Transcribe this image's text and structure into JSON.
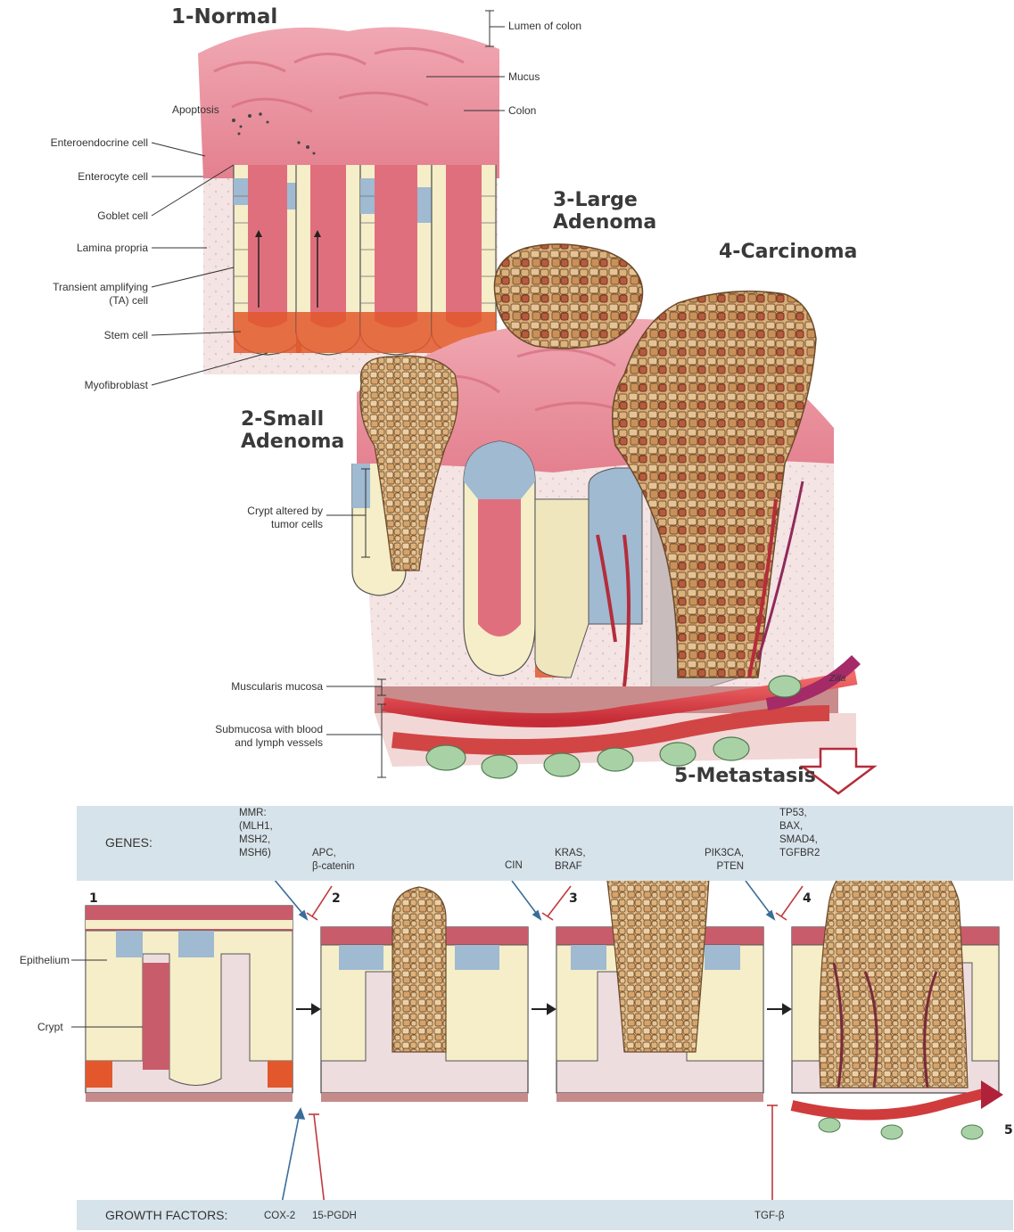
{
  "stages": {
    "normal": "1-Normal",
    "small_adenoma": [
      "2-Small",
      "Adenoma"
    ],
    "large_adenoma": [
      "3-Large",
      "Adenoma"
    ],
    "carcinoma": "4-Carcinoma",
    "metastasis": "5-Metastasis"
  },
  "labels": {
    "lumen": "Lumen of colon",
    "mucus": "Mucus",
    "colon": "Colon",
    "apoptosis": "Apoptosis",
    "enteroendocrine": "Enteroendocrine cell",
    "enterocyte": "Enterocyte cell",
    "goblet": "Goblet cell",
    "lamina": "Lamina propria",
    "ta_cell": [
      "Transient amplifying",
      "(TA) cell"
    ],
    "stem": "Stem cell",
    "myofibroblast": "Myofibroblast",
    "crypt_altered": [
      "Crypt altered by",
      "tumor cells"
    ],
    "muscularis": "Muscularis mucosa",
    "submucosa": [
      "Submucosa with blood",
      "and lymph vessels"
    ],
    "epithelium": "Epithelium",
    "crypt": "Crypt",
    "signature": "Zilla"
  },
  "pathway": {
    "genes_title": "GENES:",
    "growth_title": "GROWTH FACTORS:",
    "step_numbers": [
      "1",
      "2",
      "3",
      "4",
      "5"
    ],
    "genes": {
      "mmr": [
        "MMR:",
        "(MLH1,",
        "MSH2,",
        "MSH6)"
      ],
      "apc": [
        "APC,",
        "β-catenin"
      ],
      "cin": "CIN",
      "kras": [
        "KRAS,",
        "BRAF"
      ],
      "pik3ca": [
        "PIK3CA,",
        "PTEN"
      ],
      "tp53": [
        "TP53,",
        "BAX,",
        "SMAD4,",
        "TGFBR2"
      ]
    },
    "growth_factors": {
      "cox2": "COX-2",
      "pgdh": "15-PGDH",
      "tgfb": "TGF-β"
    }
  },
  "colors": {
    "blue_arrow": "#3a6d9a",
    "red_inhibit": "#c0393b",
    "band": "#d7e3ea",
    "tissue": "#f2dede",
    "mucosa": "#e07a8a",
    "tumor": "#d9b07a"
  }
}
